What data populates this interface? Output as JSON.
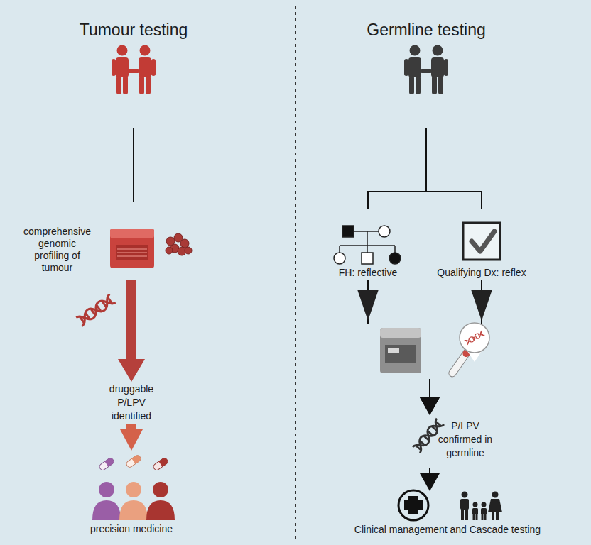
{
  "diagram": {
    "nodes": [
      {
        "text": [
          "Tumour testing"
        ]
      },
      {
        "text": [
          "comprehensive genomic profiling of tumour"
        ]
      },
      {
        "text": [
          "druggable P/LPV identified"
        ]
      },
      {
        "text": [
          "precision medicine"
        ]
      },
      {
        "text": [
          "Germline testing"
        ]
      },
      {
        "text": [
          "FH: reflective"
        ]
      },
      {
        "text": [
          "Qualifying Dx: reflex"
        ]
      },
      {
        "text": [
          "P/LPV confirmed in germline"
        ]
      },
      {
        "text": [
          "Clinical management and Cascade testing"
        ]
      }
    ],
    "edges": [
      {
        "from": 0,
        "to": 1,
        "arrow": "none"
      },
      {
        "from": 1,
        "to": 2,
        "arrow": "to"
      },
      {
        "from": 2,
        "to": 3,
        "arrow": "to"
      },
      {
        "from": 4,
        "to": 5,
        "arrow": "none"
      },
      {
        "from": 4,
        "to": 6,
        "arrow": "none"
      },
      {
        "from": 5,
        "to": 7,
        "arrow": "to"
      },
      {
        "from": 6,
        "to": 7,
        "arrow": "to"
      },
      {
        "from": 7,
        "to": 8,
        "arrow": "to"
      }
    ]
  }
}
